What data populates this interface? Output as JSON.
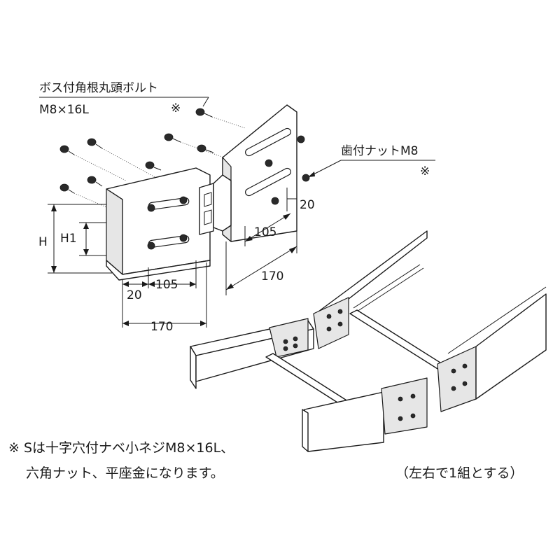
{
  "labels": {
    "bolt_name": "ボス付角根丸頭ボルト",
    "bolt_size": "M8×16L",
    "bolt_mark": "※",
    "nut_name": "歯付ナットM8",
    "nut_mark": "※",
    "dim_h": "H",
    "dim_h1": "H1",
    "dim_20_left": "20",
    "dim_105_left": "105",
    "dim_170_left": "170",
    "dim_20_right": "20",
    "dim_105_right": "105",
    "dim_170_right": "170"
  },
  "notes": {
    "line1": "※ Sは十字穴付ナベ小ネジM8×16L、",
    "line2": "六角ナット、平座金になります。",
    "pair": "（左右で1組とする）"
  }
}
